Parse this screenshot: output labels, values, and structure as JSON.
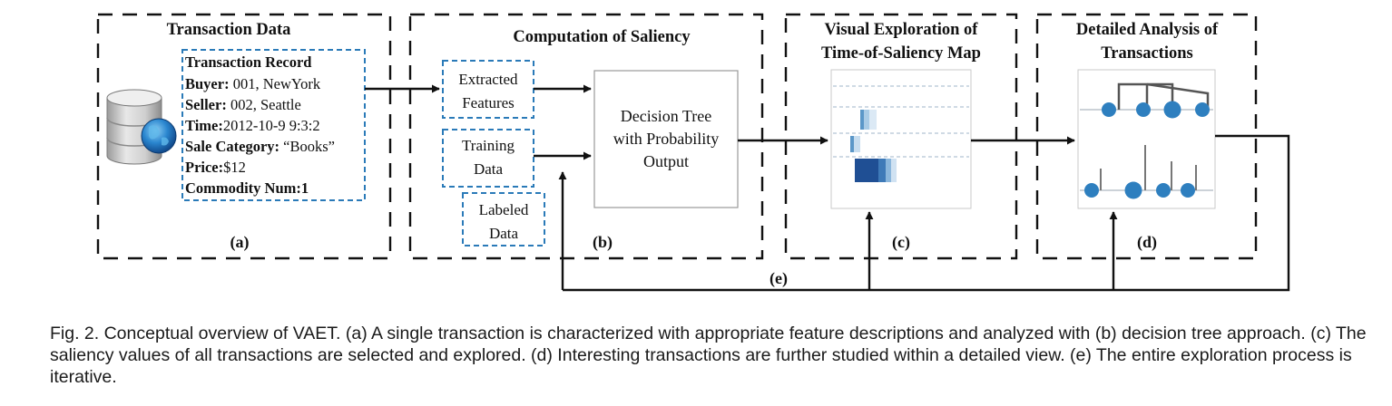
{
  "panels": {
    "a": {
      "title": "Transaction Data",
      "label": "(a)",
      "record": {
        "heading": "Transaction Record",
        "fields": [
          {
            "key": "Buyer:",
            "value": " 001, NewYork"
          },
          {
            "key": "Seller:",
            "value": " 002, Seattle"
          },
          {
            "key": "Time:",
            "value": "2012-10-9 9:3:2"
          },
          {
            "key": "Sale Category:",
            "value": " “Books”"
          },
          {
            "key": "Price:",
            "value": "$12"
          },
          {
            "key": "Commodity Num:",
            "value": "1"
          }
        ]
      }
    },
    "b": {
      "title": "Computation of Saliency",
      "label": "(b)",
      "extracted": [
        "Extracted",
        "Features"
      ],
      "training": [
        "Training",
        "Data"
      ],
      "labeled": [
        "Labeled",
        "Data"
      ],
      "tree": [
        "Decision Tree",
        "with Probability",
        "Output"
      ]
    },
    "c": {
      "title": [
        "Visual Exploration of",
        "Time-of-Saliency Map"
      ],
      "label": "(c)"
    },
    "d": {
      "title": [
        "Detailed Analysis of",
        "Transactions"
      ],
      "label": "(d)"
    },
    "e": {
      "label": "(e)"
    }
  },
  "caption": "Fig. 2. Conceptual overview of VAET. (a) A single transaction is characterized with appropriate feature descriptions and analyzed with (b) decision tree approach. (c) The saliency values of all transactions are selected and explored. (d) Interesting transactions are further studied within a detailed view. (e) The entire exploration process is iterative.",
  "colors": {
    "accent_blue": "#2a7ab8",
    "dot_blue": "#2e7fbf",
    "line": "#111111"
  }
}
